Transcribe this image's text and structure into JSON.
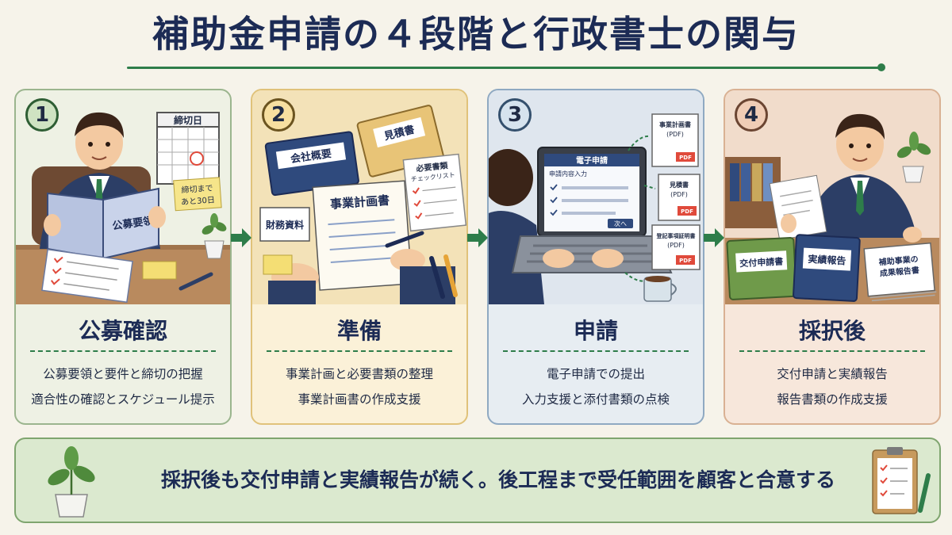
{
  "title": "補助金申請の４段階と行政書士の関与",
  "steps": [
    {
      "number": "1",
      "title": "公募確認",
      "line1": "公募要領と要件と締切の把握",
      "line2": "適合性の確認とスケジュール提示",
      "scene": {
        "calendar_label": "締切日",
        "note": [
          "締切まで",
          "あと30日"
        ],
        "book_label": "公募要領"
      }
    },
    {
      "number": "2",
      "title": "準備",
      "line1": "事業計画と必要書類の整理",
      "line2": "事業計画書の作成支援",
      "scene": {
        "binder_label": "会社概要",
        "estimate_label": "見積書",
        "checklist_label": [
          "必要書類",
          "チェックリスト"
        ],
        "finance_label": "財務資料",
        "plan_label": "事業計画書"
      }
    },
    {
      "number": "3",
      "title": "申請",
      "line1": "電子申請での提出",
      "line2": "入力支援と添付書類の点検",
      "scene": {
        "screen_header": "電子申請",
        "screen_subheader": "申請内容入力",
        "next_button": "次へ",
        "files": [
          {
            "label": [
              "事業計画書",
              "(PDF)"
            ],
            "badge": "PDF"
          },
          {
            "label": [
              "見積書",
              "(PDF)"
            ],
            "badge": "PDF"
          },
          {
            "label": [
              "登記事項証明書",
              "(PDF)"
            ],
            "badge": "PDF"
          }
        ]
      }
    },
    {
      "number": "4",
      "title": "採択後",
      "line1": "交付申請と実績報告",
      "line2": "報告書類の作成支援",
      "scene": {
        "book1_label": "交付申請書",
        "book2_label": "実績報告",
        "book3_label": [
          "補助事業の",
          "成果報告書"
        ]
      }
    }
  ],
  "bottom_message": "採択後も交付申請と実績報告が続く。後工程まで受任範囲を顧客と合意する",
  "colors": {
    "accent_green": "#2e7d4a",
    "navy": "#1c2b55",
    "suit": "#2c3e66",
    "tie": "#2e7d4a",
    "pdf_red": "#e04a3b"
  }
}
